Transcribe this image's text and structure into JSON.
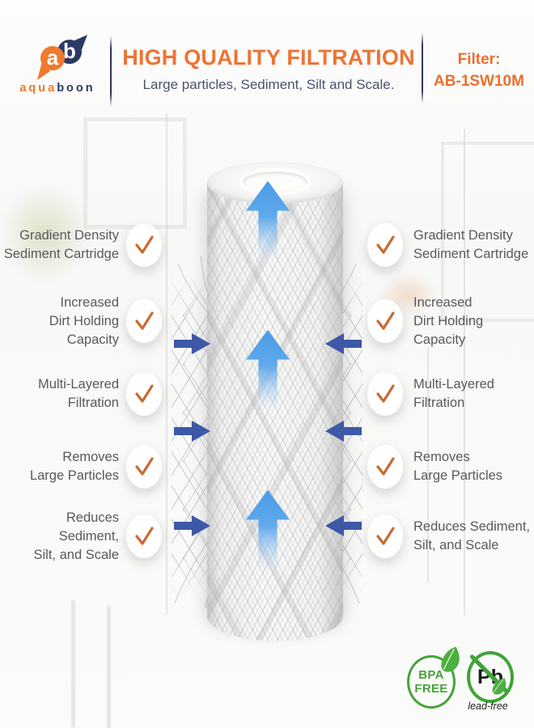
{
  "header": {
    "logo": {
      "mark_letter_a": "a",
      "mark_letter_b": "b",
      "word_part1": "aqua",
      "word_part2": "boon"
    },
    "title": "HIGH QUALITY FILTRATION",
    "subtitle": "Large particles, Sediment, Silt and Scale.",
    "filter_label": "Filter:",
    "filter_model": "AB-1SW10M"
  },
  "features": {
    "left": [
      {
        "line1": "Gradient Density",
        "line2": "Sediment Cartridge"
      },
      {
        "line1": "Increased",
        "line2": "Dirt Holding Capacity"
      },
      {
        "line1": "Multi-Layered",
        "line2": "Filtration"
      },
      {
        "line1": "Removes",
        "line2": "Large Particles"
      },
      {
        "line1": "Reduces Sediment,",
        "line2": "Silt, and Scale"
      }
    ],
    "right": [
      {
        "line1": "Gradient Density",
        "line2": "Sediment Cartridge"
      },
      {
        "line1": "Increased",
        "line2": "Dirt Holding Capacity"
      },
      {
        "line1": "Multi-Layered",
        "line2": "Filtration"
      },
      {
        "line1": "Removes",
        "line2": "Large Particles"
      },
      {
        "line1": "Reduces Sediment,",
        "line2": "Silt, and Scale"
      }
    ]
  },
  "badges": {
    "bpa_free": {
      "line1": "BPA",
      "line2": "FREE"
    },
    "lead_free": {
      "symbol": "Pb",
      "caption": "lead-free"
    }
  },
  "colors": {
    "accent_orange": "#ED7434",
    "logo_navy": "#2A3A64",
    "subtitle_navy": "#49536A",
    "feature_text_gray": "#58595B",
    "check_orange": "#C96A31",
    "flow_arrow_blue": "#57A6EA",
    "inlet_arrow_indigo": "#3E58A8",
    "badge_green": "#45A339"
  }
}
